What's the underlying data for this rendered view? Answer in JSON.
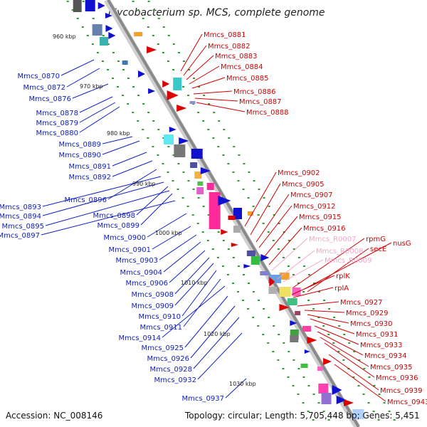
{
  "title": "Mycobacterium sp. MCS, complete genome",
  "accession": "Accession: NC_008146",
  "topology": "Topology: circular; Length: 5,705,448 bp; Genes: 5,451",
  "colors": {
    "minus": "#1010d0",
    "plus": "#e00000",
    "rna": "#f4a6cc",
    "backbone": "#888888",
    "tick": "#2e9e2e"
  },
  "kbp_labels": [
    "960 kbp",
    "970 kbp",
    "980 kbp",
    "990 kbp",
    "1000 kbp",
    "1010 kbp",
    "1020 kbp",
    "1030 kbp"
  ],
  "left_genes": [
    "Mmcs_0870",
    "Mmcs_0872",
    "Mmcs_0876",
    "Mmcs_0878",
    "Mmcs_0879",
    "Mmcs_0880",
    "Mmcs_0889",
    "Mmcs_0890",
    "Mmcs_0891",
    "Mmcs_0892",
    "Mmcs_0896",
    "Mmcs_0893",
    "Mmcs_0894",
    "Mmcs_0898",
    "Mmcs_0895",
    "Mmcs_0899",
    "Mmcs_0897",
    "Mmcs_0900",
    "Mmcs_0901",
    "Mmcs_0903",
    "Mmcs_0904",
    "Mmcs_0906",
    "Mmcs_0908",
    "Mmcs_0909",
    "Mmcs_0910",
    "Mmcs_0911",
    "Mmcs_0914",
    "Mmcs_0925",
    "Mmcs_0926",
    "Mmcs_0928",
    "Mmcs_0932",
    "Mmcs_0937"
  ],
  "right_genes": [
    "Mmcs_0881",
    "Mmcs_0882",
    "Mmcs_0883",
    "Mmcs_0884",
    "Mmcs_0885",
    "Mmcs_0886",
    "Mmcs_0887",
    "Mmcs_0888",
    "Mmcs_0902",
    "Mmcs_0905",
    "Mmcs_0907",
    "Mmcs_0912",
    "Mmcs_0915",
    "Mmcs_0916",
    "Mmcs_R0007",
    "rpmG",
    "nusG",
    "Mmcs_R0008",
    "secE",
    "Mmcs_R0009",
    "rplK",
    "rplA",
    "Mmcs_0927",
    "Mmcs_0929",
    "Mmcs_0930",
    "Mmcs_0931",
    "Mmcs_0933",
    "Mmcs_0934",
    "Mmcs_0935",
    "Mmcs_0936",
    "Mmcs_0939",
    "Mmcs_0943"
  ]
}
